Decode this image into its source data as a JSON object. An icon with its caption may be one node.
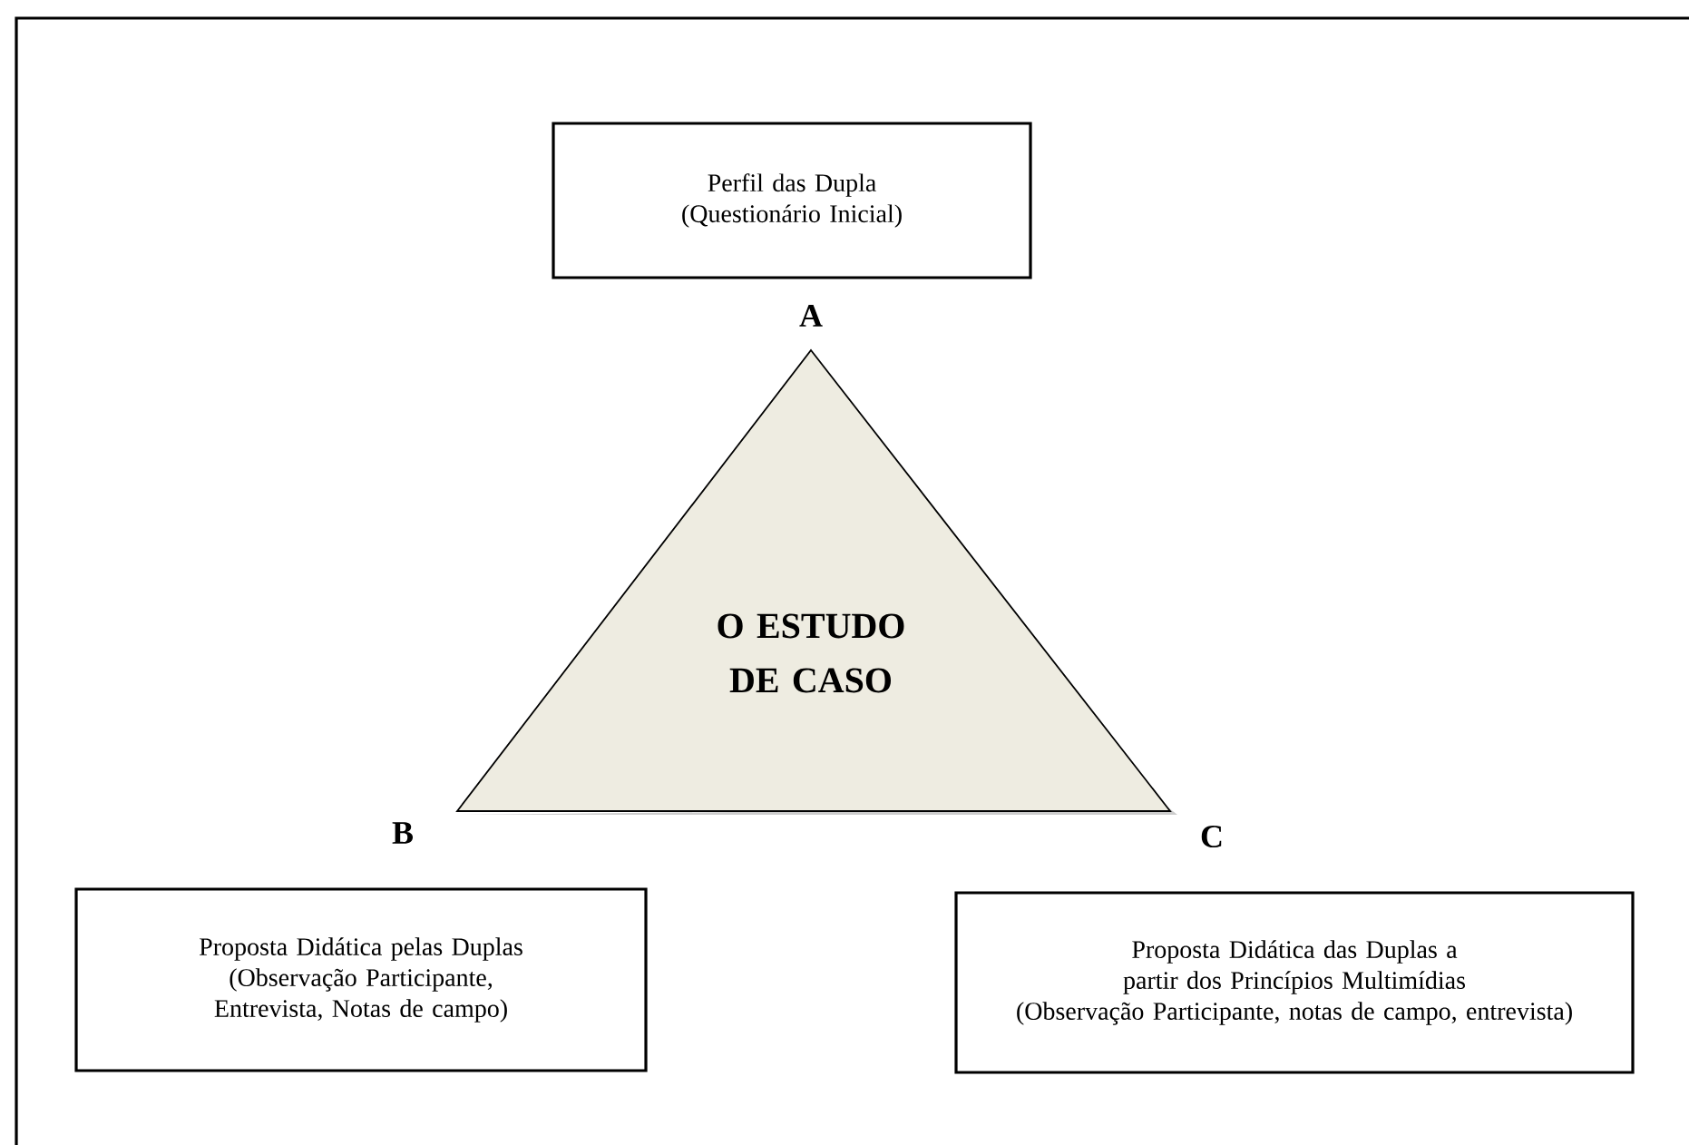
{
  "diagram": {
    "nodes": [
      {
        "text": [
          "Perfil das Dupla",
          "(Questionário Inicial)"
        ]
      },
      {
        "text": [
          "O ESTUDO DE CASO"
        ]
      },
      {
        "text": [
          "Proposta Didática pelas Duplas",
          "(Observação Participante, Entrevista, Notas de campo)"
        ]
      },
      {
        "text": [
          "Proposta Didática das Duplas a partir dos Princípios Multimídias",
          "(Observação Participante, notas de campo, entrevista)"
        ]
      }
    ],
    "labels": [
      "A",
      "B",
      "C"
    ]
  }
}
